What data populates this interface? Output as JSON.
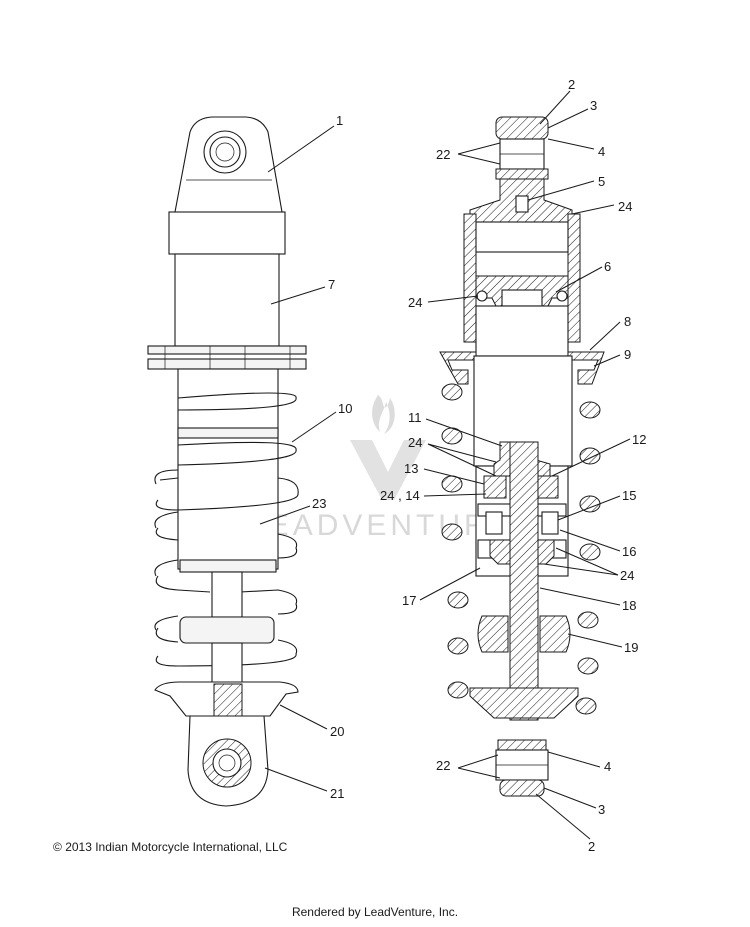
{
  "watermark": "LEADVENTURE",
  "callouts": {
    "l1": "1",
    "l7": "7",
    "l10": "10",
    "l23": "23",
    "l20": "20",
    "l21": "21",
    "r2a": "2",
    "r3a": "3",
    "r22a": "22",
    "r4a": "4",
    "r5": "5",
    "r24a": "24",
    "r6": "6",
    "r24b": "24",
    "r8": "8",
    "r9": "9",
    "r11": "11",
    "r12": "12",
    "r24c": "24",
    "r13": "13",
    "r24_14": "24 , 14",
    "r15": "15",
    "r16": "16",
    "r24d": "24",
    "r17": "17",
    "r18": "18",
    "r19": "19",
    "r4b": "4",
    "r22b": "22",
    "r3b": "3",
    "r2b": "2"
  },
  "copyright": "2013 Indian Motorcycle International, LLC",
  "rendered_by": "Rendered by LeadVenture, Inc."
}
